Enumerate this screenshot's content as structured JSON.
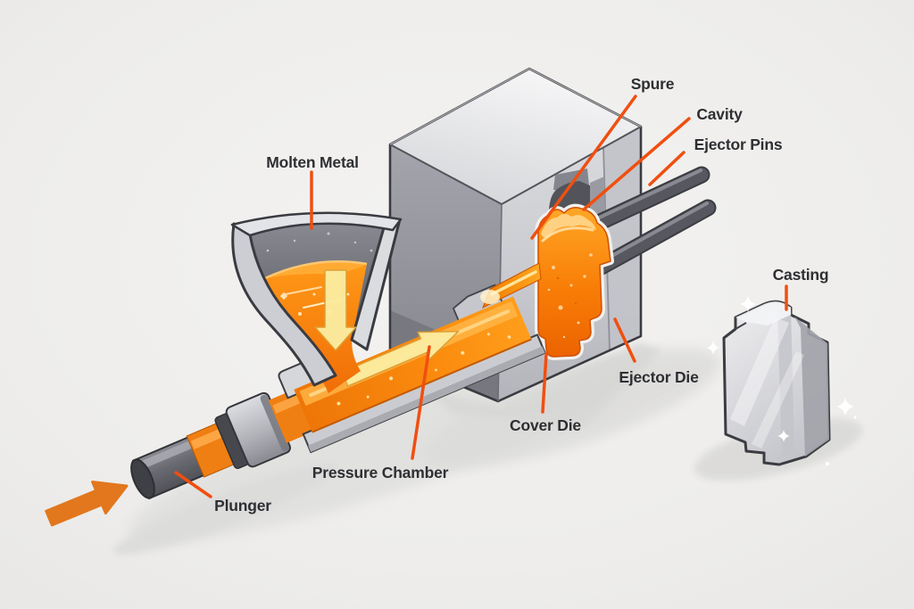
{
  "diagram": {
    "labels": {
      "molten_metal": "Molten Metal",
      "spure": "Spure",
      "cavity": "Cavity",
      "ejector_pins": "Ejector Pins",
      "casting": "Casting",
      "ejector_die": "Ejector Die",
      "cover_die": "Cover Die",
      "pressure_chamber": "Pressure Chamber",
      "plunger": "Plunger"
    },
    "colors": {
      "background": "#efeeec",
      "leader_line": "#f04f10",
      "label_text": "#2e2f33",
      "molten_orange": "#f97d06",
      "molten_highlight": "#ffd488",
      "flow_arrow_yellow": "#fceb9e",
      "push_arrow_orange": "#e2771e",
      "metal_light": "#d2d3d7",
      "metal_medium": "#9b9ca3",
      "metal_dark": "#55565c"
    }
  }
}
